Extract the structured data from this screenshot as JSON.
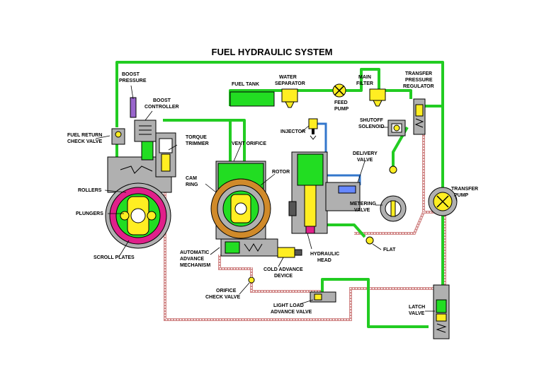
{
  "title": "FUEL HYDRAULIC SYSTEM",
  "labels": {
    "boost_pressure": [
      "BOOST",
      "PRESSURE"
    ],
    "boost_controller": [
      "BOOST",
      "CONTROLLER"
    ],
    "fuel_return_check_valve": [
      "FUEL RETURN",
      "CHECK VALVE"
    ],
    "torque_trimmer": [
      "TORQUE",
      "TRIMMER"
    ],
    "rollers": "ROLLERS",
    "plungers": "PLUNGERS",
    "scroll_plates": "SCROLL PLATES",
    "fuel_tank": "FUEL TANK",
    "water_separator": [
      "WATER",
      "SEPARATOR"
    ],
    "feed_pump": [
      "FEED",
      "PUMP"
    ],
    "main_filter": [
      "MAIN",
      "FILTER"
    ],
    "transfer_pressure_regulator": [
      "TRANSFER",
      "PRESSURE",
      "REGULATOR"
    ],
    "shutoff_solenoid": [
      "SHUTOFF",
      "SOLENOID"
    ],
    "injector": "INJECTOR",
    "vent_orifice": "VENT ORIFICE",
    "delivery_valve": [
      "DELIVERY",
      "VALVE"
    ],
    "cam_ring": [
      "CAM",
      "RING"
    ],
    "rotor": "ROTOR",
    "transfer_pump": [
      "TRANSFER",
      "PUMP"
    ],
    "metering_valve": [
      "METERING",
      "VALVE"
    ],
    "flat": "FLAT",
    "automatic_advance_mechanism": [
      "AUTOMATIC",
      "ADVANCE",
      "MECHANISM"
    ],
    "hydraulic_head": [
      "HYDRAULIC",
      "HEAD"
    ],
    "cold_advance_device": [
      "COLD ADVANCE",
      "DEVICE"
    ],
    "orifice_check_valve": [
      "ORIFICE",
      "CHECK VALVE"
    ],
    "light_load_advance_valve": [
      "LIGHT LOAD",
      "ADVANCE VALVE"
    ],
    "latch_valve": [
      "LATCH",
      "VALVE"
    ]
  },
  "colors": {
    "fuel_line": "#22cc22",
    "return_line": "#d28a8a",
    "component_fill": "#22dd22",
    "housing": "#b0b0b0",
    "cam_ring": "#d08a2a",
    "scroll_plate": "#e0208a",
    "rotor_yellow": "#ffee22",
    "injector_line": "#3377cc",
    "boost_line": "#9966cc"
  }
}
